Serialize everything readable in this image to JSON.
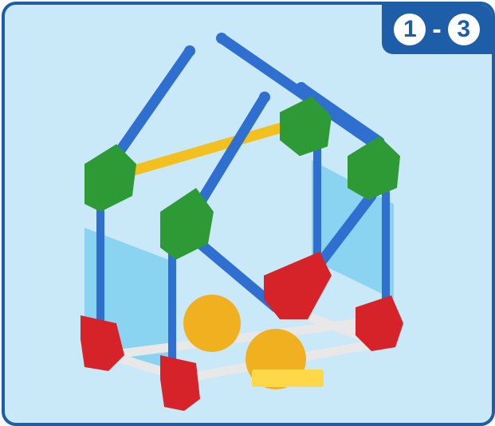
{
  "badge": {
    "step_from": "1",
    "separator": "-",
    "step_to": "3"
  },
  "colors": {
    "border": "#1e5ea8",
    "background": "#c9e9f8",
    "rod_blue": "#2f6fd0",
    "rod_yellow": "#f2c01f",
    "connector_green": "#2e9a36",
    "connector_red": "#d6232a",
    "connector_orange": "#f0b020",
    "panel_light_blue": "#7fd0f0",
    "rod_white": "#eeeeee"
  },
  "illustration": {
    "icon": "building-toy-house-frame"
  }
}
